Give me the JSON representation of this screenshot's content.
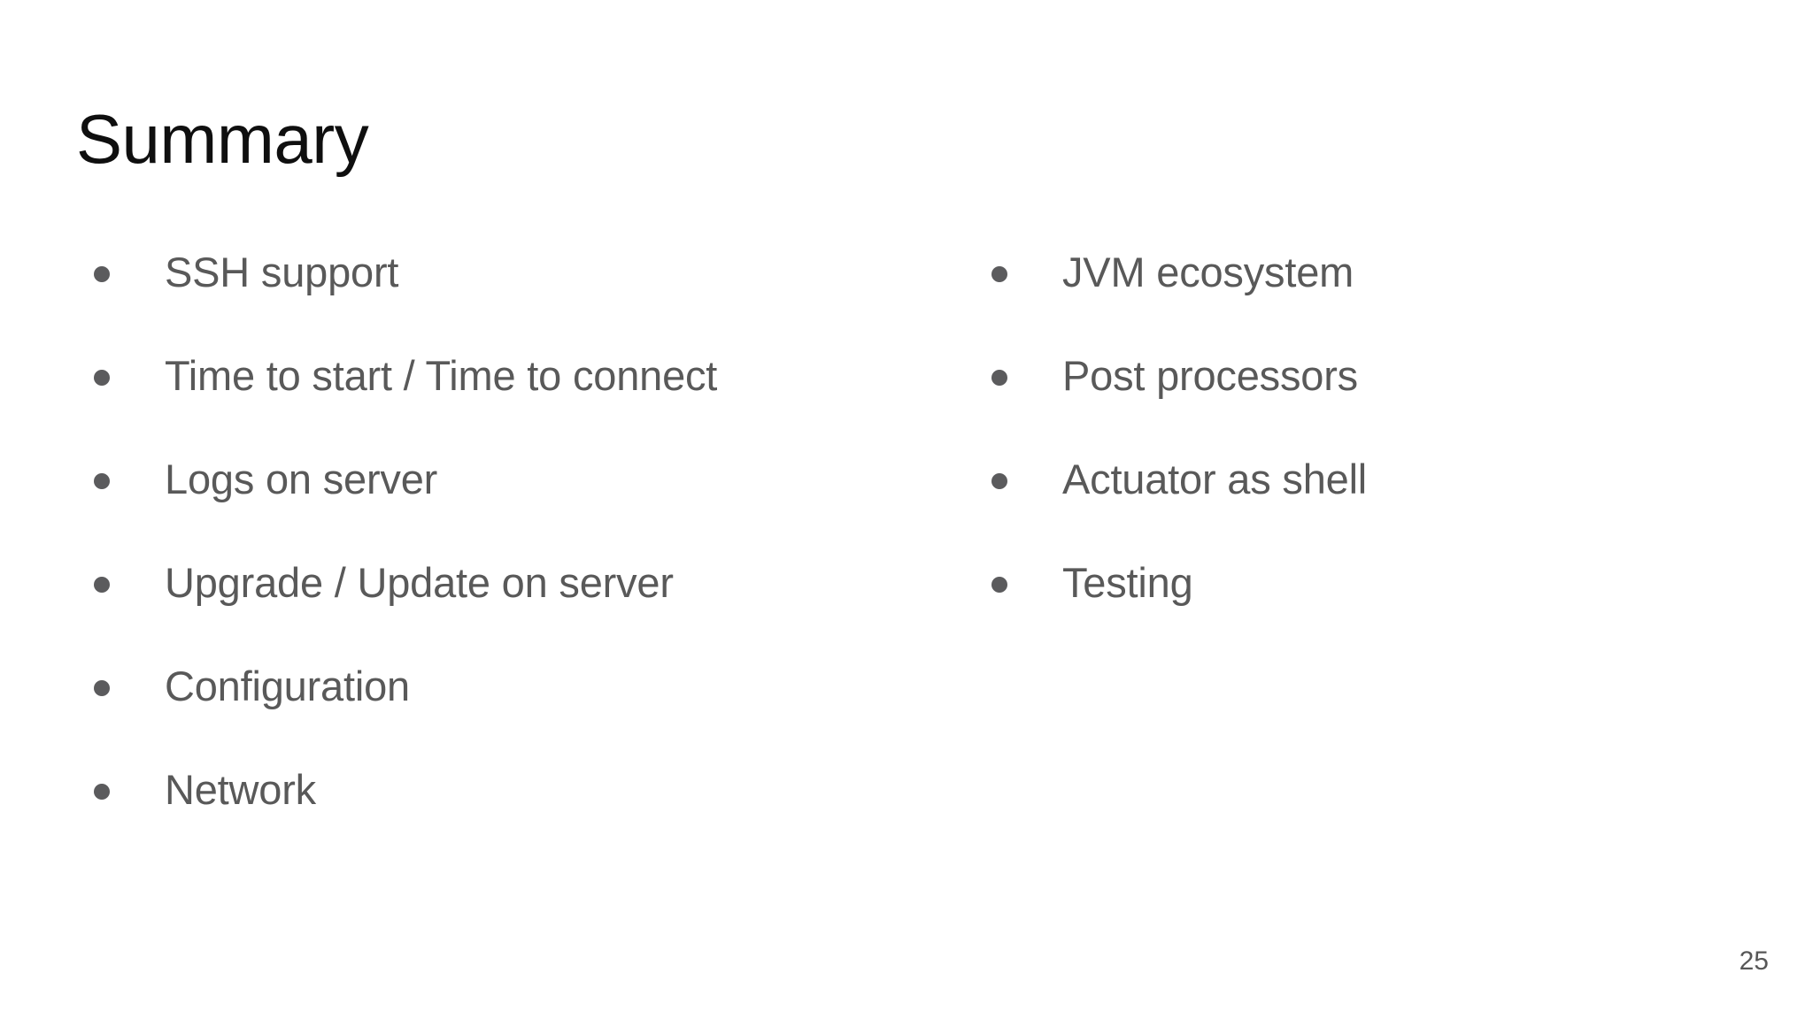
{
  "slide": {
    "title": "Summary",
    "page_number": "25",
    "background_color": "#ffffff",
    "title_color": "#0f0f0f",
    "body_text_color": "#595959",
    "bullet_marker_color": "#5b5b5d"
  },
  "columns": {
    "left": {
      "bullets": [
        {
          "label": "SSH support"
        },
        {
          "label": "Time to start / Time to connect"
        },
        {
          "label": "Logs on server"
        },
        {
          "label": "Upgrade / Update on server"
        },
        {
          "label": "Configuration"
        },
        {
          "label": "Network"
        }
      ]
    },
    "right": {
      "bullets": [
        {
          "label": "JVM ecosystem"
        },
        {
          "label": "Post processors"
        },
        {
          "label": "Actuator as shell"
        },
        {
          "label": "Testing"
        }
      ]
    }
  }
}
